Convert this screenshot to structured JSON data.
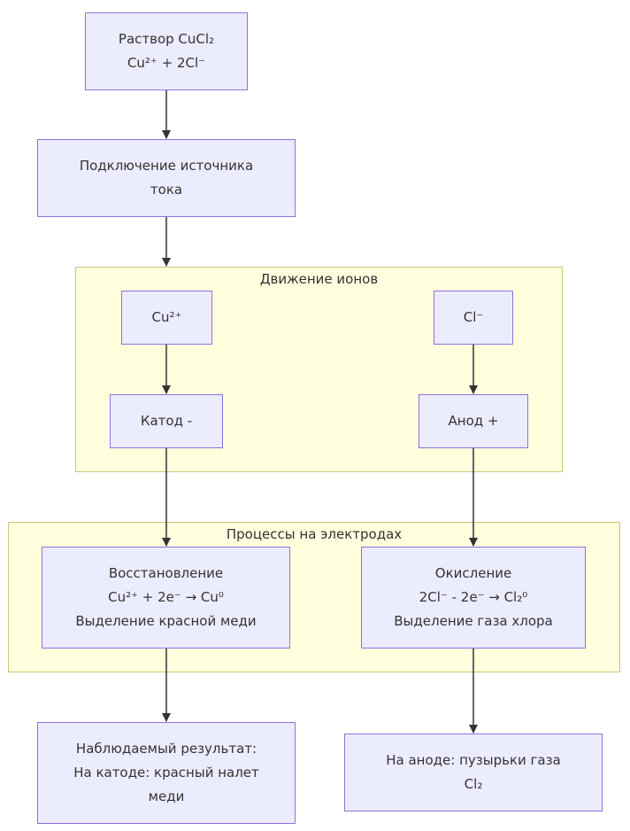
{
  "nodes": {
    "solution": {
      "line1": "Раствор CuCl₂",
      "line2": "Cu²⁺ + 2Cl⁻"
    },
    "power": {
      "line1": "Подключение источника",
      "line2": "тока"
    },
    "cu_ion": {
      "label": "Cu²⁺"
    },
    "cl_ion": {
      "label": "Cl⁻"
    },
    "cathode": {
      "label": "Катод -"
    },
    "anode": {
      "label": "Анод +"
    },
    "reduction": {
      "line1": "Восстановление",
      "line2": "Cu²⁺ + 2e⁻ → Cu⁰",
      "line3": "Выделение красной меди"
    },
    "oxidation": {
      "line1": "Окисление",
      "line2": "2Cl⁻ - 2e⁻ → Cl₂⁰",
      "line3": "Выделение газа хлора"
    },
    "result_cathode": {
      "line1": "Наблюдаемый результат:",
      "line2": "На катоде: красный налет",
      "line3": "меди"
    },
    "result_anode": {
      "line1": "На аноде: пузырьки газа",
      "line2": "Cl₂"
    }
  },
  "clusters": {
    "ion_movement": {
      "title": "Движение ионов"
    },
    "electrode_processes": {
      "title": "Процессы на электродах"
    }
  },
  "colors": {
    "node_fill": "#ececff",
    "node_border": "#9370db",
    "cluster_fill": "#ffffde",
    "cluster_border": "#c9c97a",
    "edge": "#333333"
  }
}
